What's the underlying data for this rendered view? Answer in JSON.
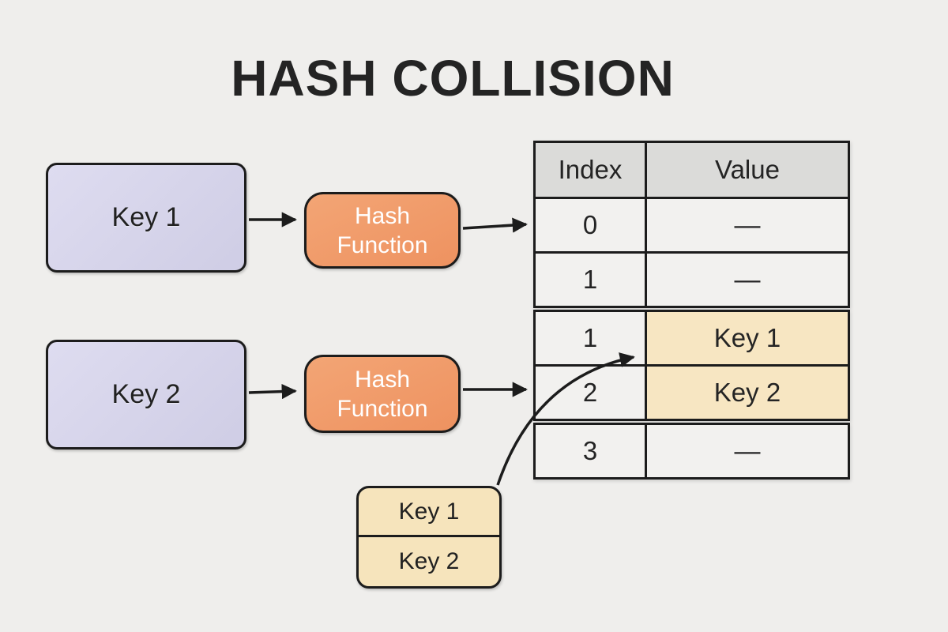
{
  "title": "HASH COLLISION",
  "flow": {
    "key1": {
      "label": "Key 1"
    },
    "key2": {
      "label": "Key 2"
    },
    "hash1": {
      "label": "Hash Function"
    },
    "hash2": {
      "label": "Hash Function"
    }
  },
  "table": {
    "header": {
      "index": "Index",
      "value": "Value"
    },
    "rows": [
      {
        "index": "0",
        "value": "—",
        "highlight": false
      },
      {
        "index": "1",
        "value": "—",
        "highlight": false
      },
      {
        "index": "1",
        "value": "Key 1",
        "highlight": true
      },
      {
        "index": "2",
        "value": "Key 2",
        "highlight": true
      },
      {
        "index": "3",
        "value": "—",
        "highlight": false
      }
    ]
  },
  "collision_box": {
    "rows": [
      "Key 1",
      "Key 2"
    ]
  },
  "colors": {
    "background": "#efeeec",
    "key_box": "#d6d4ea",
    "hash_box": "#f09a68",
    "highlight_cell": "#f7e6c2",
    "collision_box": "#f6e4bc",
    "table_header": "#dbdbd9",
    "table_cell": "#f2f1ef",
    "line": "#1c1c1c"
  }
}
